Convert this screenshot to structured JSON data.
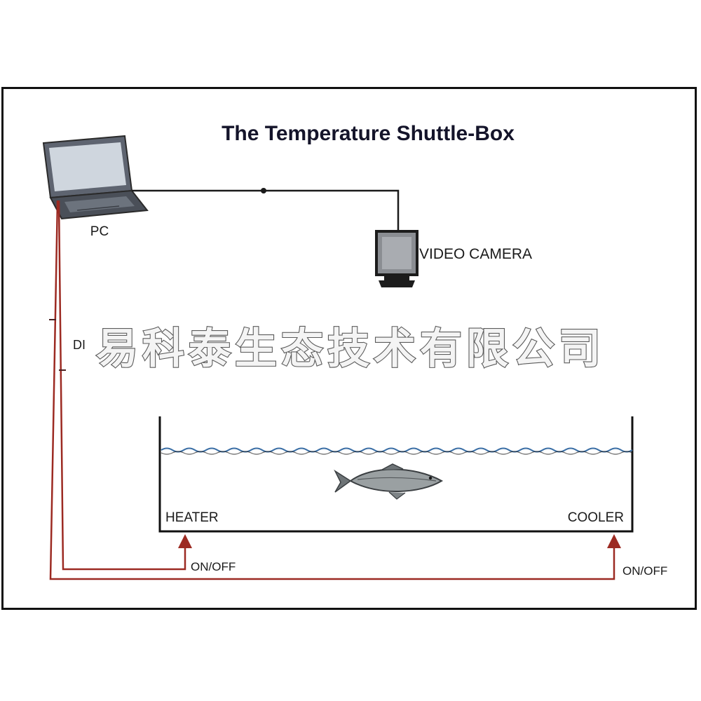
{
  "title": "The Temperature Shuttle-Box",
  "labels": {
    "pc": "PC",
    "video_camera": "VIDEO CAMERA",
    "daq": "DI",
    "heater": "HEATER",
    "cooler": "COOLER",
    "heater_control": "ON/OFF",
    "cooler_control": "ON/OFF"
  },
  "watermark": "易科泰生态技术有限公司",
  "colors": {
    "frame": "#111111",
    "signal_wire": "#9c2a22",
    "camera_wire": "#1a1a1a",
    "water": "#3a6ea5",
    "tank": "#111111"
  },
  "icons": {
    "pc": "laptop-icon",
    "camera": "video-camera-icon",
    "fish": "fish-icon"
  }
}
